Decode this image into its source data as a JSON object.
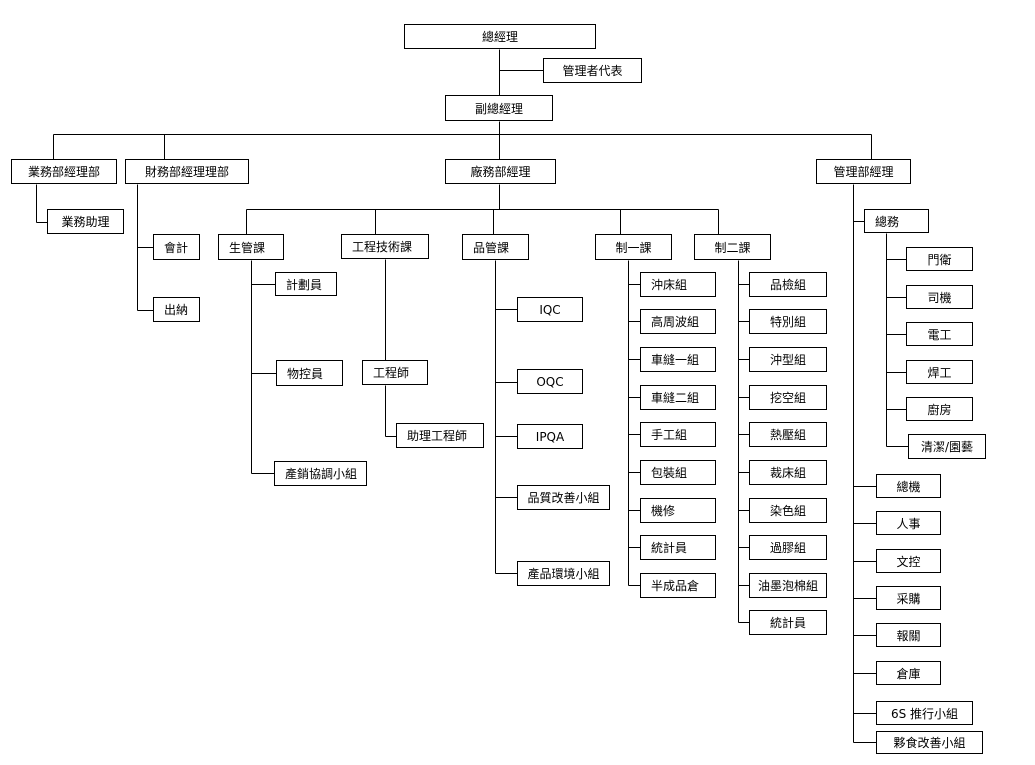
{
  "chart": {
    "general_manager": "總經理",
    "management_representative": "管理者代表",
    "deputy_general_manager": "副總經理",
    "sales_manager": "業務部經理部",
    "sales_assistant": "業務助理",
    "finance_manager": "財務部經理理部",
    "accounting": "會計",
    "cashier": "出納",
    "factory_manager": "廠務部經理",
    "production_control": "生管課",
    "planner": "計劃員",
    "material_controller": "物控員",
    "production_sales_team": "產銷協調小組",
    "engineering": "工程技術課",
    "engineer": "工程師",
    "assistant_engineer": "助理工程師",
    "quality": "品管課",
    "quality_items": [
      "IQC",
      "OQC",
      "IPQA",
      "品質改善小組",
      "產品環境小組"
    ],
    "production_1": "制一課",
    "production_1_items": [
      "沖床組",
      "高周波組",
      "車縫一組",
      "車縫二組",
      "手工組",
      "包裝組",
      "機修",
      "統計員",
      "半成品倉"
    ],
    "production_2": "制二課",
    "production_2_items": [
      "品檢組",
      "特別組",
      "沖型組",
      "挖空組",
      "熱壓組",
      "裁床組",
      "染色組",
      "過膠組",
      "油墨泡棉組",
      "統計員"
    ],
    "admin_manager": "管理部經理",
    "general_affairs": "總務",
    "general_affairs_items": [
      "門衛",
      "司機",
      "電工",
      "焊工",
      "廚房",
      "清潔/園藝"
    ],
    "admin_items": [
      "總機",
      "人事",
      "文控",
      "采購",
      "報關",
      "倉庫",
      "6S 推行小組",
      "夥食改善小組"
    ]
  }
}
